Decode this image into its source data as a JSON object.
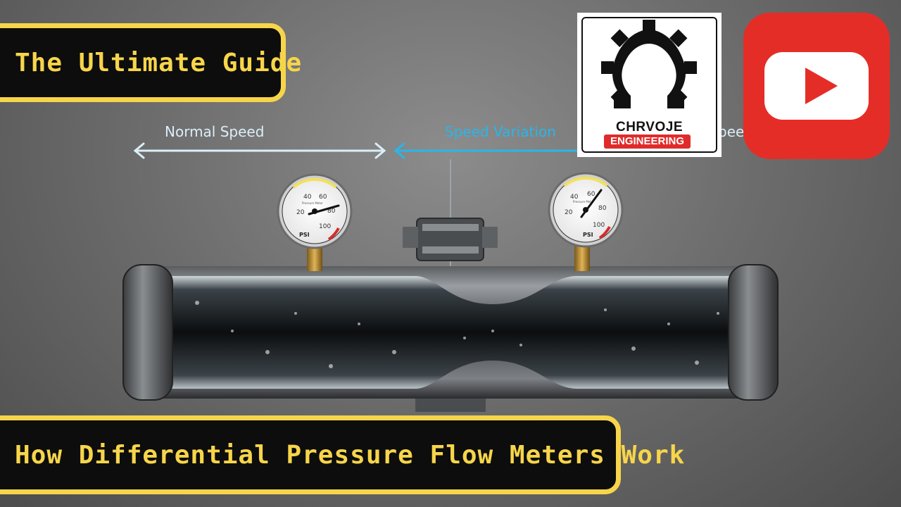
{
  "banner_top": "The Ultimate Guide",
  "banner_bottom": "How Differential Pressure Flow Meters Work",
  "logo": {
    "name": "CHRVOJE",
    "sub": "ENGINEERING"
  },
  "labels": {
    "normal": "Normal Speed",
    "variation": "Speed Variation",
    "partial": "pee"
  },
  "gauges": [
    {
      "unit": "PSI",
      "title": "Pressure Meter",
      "ticks": [
        "20",
        "40",
        "60",
        "80",
        "100"
      ]
    },
    {
      "unit": "PSI",
      "title": "Pressure Meter",
      "ticks": [
        "20",
        "40",
        "60",
        "80",
        "100"
      ]
    }
  ],
  "colors": {
    "banner_bg": "#0d0d0d",
    "banner_accent": "#f7d54a",
    "youtube_red": "#e52d27",
    "label_light": "#dbeef8",
    "label_cyan": "#29b6e8"
  },
  "icons": [
    "youtube-play-icon",
    "gear-omega-logo-icon",
    "left-right-arrow-icon",
    "pressure-gauge-icon"
  ]
}
